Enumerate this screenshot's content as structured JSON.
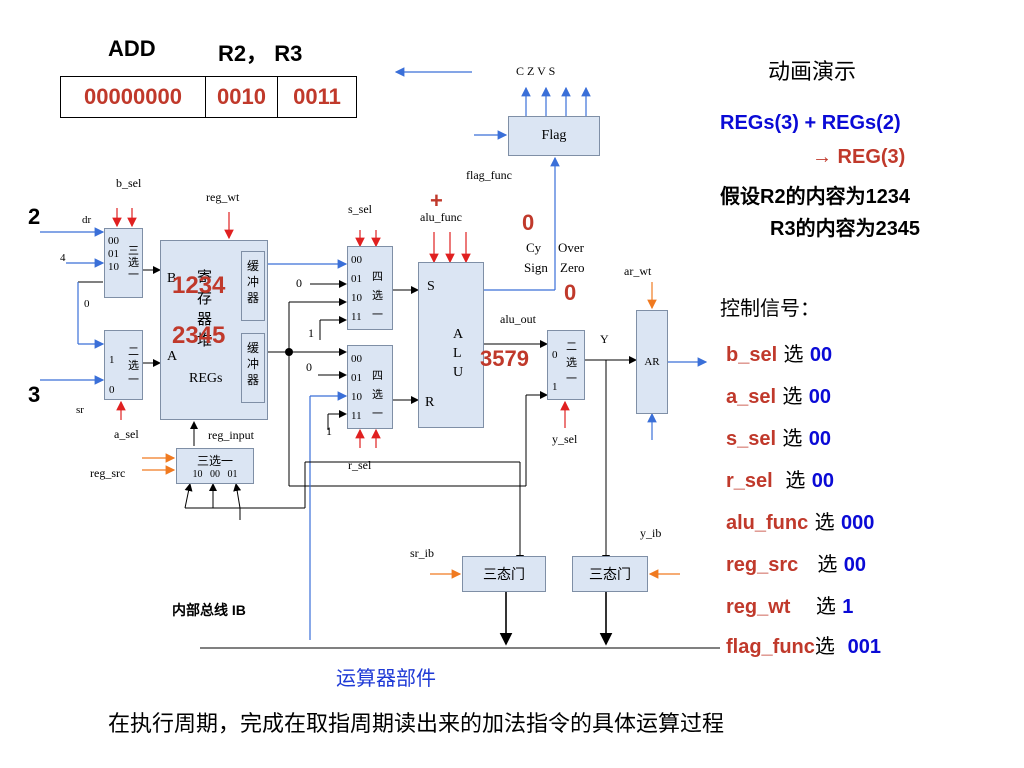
{
  "instruction": {
    "title_op": "ADD",
    "title_args": "R2， R3",
    "cells": [
      "00000000",
      "0010",
      "0011"
    ]
  },
  "flag_box": {
    "flags_label": "C Z V S",
    "label": "Flag",
    "func_label": "flag_func"
  },
  "register_file": {
    "b_sel": "b_sel",
    "reg_wt": "reg_wt",
    "dr": "dr",
    "sr": "sr",
    "a_sel": "a_sel",
    "reg_input": "reg_input",
    "reg_src": "reg_src",
    "label_chars": [
      "寄",
      "存",
      "器",
      "堆"
    ],
    "label_en": "REGs",
    "buffer": "缓冲器",
    "port_b": "B",
    "port_a": "A",
    "value_b": "1234",
    "value_a": "2345",
    "num_4": "4",
    "num_0": "0"
  },
  "mux_b": {
    "lines": [
      "00",
      "01",
      "10"
    ],
    "chars": "三选一"
  },
  "mux_a": {
    "lines": [
      "1",
      "0"
    ],
    "chars": "二选一"
  },
  "mux_src": {
    "title": "三选一",
    "lines": "10   00   01"
  },
  "mux_s": {
    "label": "s_sel",
    "lines": [
      "00",
      "01",
      "10",
      "11"
    ],
    "chars": [
      "四",
      "选",
      "一"
    ]
  },
  "mux_r": {
    "label": "r_sel",
    "lines": [
      "00",
      "01",
      "10",
      "11"
    ],
    "chars": [
      "四",
      "选",
      "一"
    ]
  },
  "alu": {
    "label": "alu_func",
    "chars": [
      "A",
      "L",
      "U"
    ],
    "port_s": "S",
    "port_r": "R",
    "out": "alu_out",
    "result": "3579",
    "plus": "+"
  },
  "mux_y": {
    "lines": [
      "0",
      "1"
    ],
    "chars": [
      "二",
      "选",
      "一"
    ],
    "sel": "y_sel",
    "y": "Y"
  },
  "ar": {
    "label": "AR",
    "wt": "ar_wt"
  },
  "flags_out": {
    "cy": "Cy",
    "over": "Over",
    "sign": "Sign",
    "zero": "Zero",
    "cy_val": "0",
    "zero_val": "0"
  },
  "tristate": {
    "label": "三态门",
    "sr_ib": "sr_ib",
    "y_ib": "y_ib"
  },
  "bus_label": "内部总线 IB",
  "operand_labels": {
    "top": "2",
    "bottom": "3"
  },
  "wire_labels": {
    "zero_s": "0",
    "one_s": "1",
    "zero_r": "0",
    "one_r": "1"
  },
  "caption": "运算器部件",
  "footer": "在执行周期，完成在取指周期读出来的加法指令的具体运算过程",
  "side_panel": {
    "title": "动画演示",
    "eq1": "REGs(3) + REGs(2)",
    "eq2": "→ REG(3)",
    "assume1": "假设R2的内容为1234",
    "assume2": "R3的内容为2345",
    "ctl_title": "控制信号：",
    "signals": [
      {
        "name": "b_sel",
        "word": " 选 ",
        "value": "00"
      },
      {
        "name": "a_sel",
        "word": " 选 ",
        "value": "00"
      },
      {
        "name": "s_sel",
        "word": " 选 ",
        "value": "00"
      },
      {
        "name": "r_sel",
        "word": "  选 ",
        "value": "00"
      },
      {
        "name": "alu_func",
        "word": " 选 ",
        "value": "000"
      },
      {
        "name": "reg_src",
        "word": "   选 ",
        "value": "00"
      },
      {
        "name": "reg_wt",
        "word": "    选 ",
        "value": "1"
      },
      {
        "name": "flag_func",
        "word": "选  ",
        "value": "001"
      }
    ]
  },
  "colors": {
    "accent_red": "#c0392b",
    "accent_blue": "#0a0ad6",
    "box_fill": "#dbe5f3",
    "arrow_red": "#e02020",
    "arrow_orange": "#f07a20",
    "arrow_blue": "#3a6fd8"
  }
}
